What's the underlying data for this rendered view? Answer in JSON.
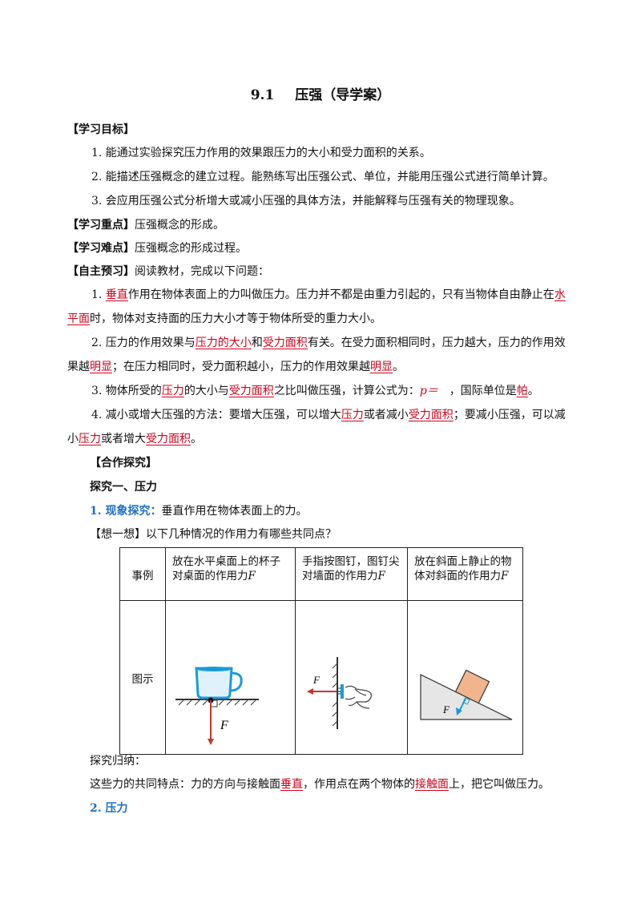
{
  "title": {
    "number": "9.1",
    "text": "压强（导学案）"
  },
  "goals": {
    "heading": "【学习目标】",
    "items": [
      "1. 能通过实验探究压力作用的效果跟压力的大小和受力面积的关系。",
      "2. 能描述压强概念的建立过程。能熟练写出压强公式、单位，并能用压强公式进行简单计算。",
      "3. 会应用压强公式分析增大或减小压强的具体方法，并能解释与压强有关的物理现象。"
    ]
  },
  "key": {
    "heading": "【学习重点】",
    "text": "压强概念的形成。"
  },
  "difficulty": {
    "heading": "【学习难点】",
    "text": "压强概念的形成过程。"
  },
  "preview": {
    "heading": "【自主预习】",
    "intro": "阅读教材，完成以下问题：",
    "q1": {
      "a": "1. ",
      "b1": "垂直",
      "c": "作用在物体表面上的力叫做压力。压力并不都是由重力引起的，只有当物体自由静止在",
      "b2a": "水",
      "b2b": "平面",
      "d": "时，物体对支持面的压力大小才等于物体所受的重力大小。"
    },
    "q2": {
      "a": "2. 压力的作用效果与",
      "b1": "压力的大小",
      "c": "和",
      "b2": "受力面积",
      "d": "有关。在受力面积相同时，压力越大，压力的作用效",
      "e": "果越",
      "b3": "明显",
      "f": "；在压力相同时，受力面积越小，压力的作用效果越",
      "b4": "明显",
      "g": "。"
    },
    "q3": {
      "a": "3. 物体所受的",
      "b1": "压力",
      "c": "的大小与",
      "b2": "受力面积",
      "d": "之比叫做压强，计算公式为：",
      "p": "p＝",
      "e": "，国际单位是",
      "b3": "帕",
      "f": "。"
    },
    "q4": {
      "a": "4. 减小或增大压强的方法：要增大压强，可以增大",
      "b1": "压力",
      "c": "或者减小",
      "b2": "受力面积",
      "d": "；要减小压强，可以减",
      "e": "小",
      "b3": "压力",
      "f": "或者增大",
      "b4": "受力面积",
      "g": "。"
    }
  },
  "coop": {
    "heading": "【合作探究】",
    "sub1": "探究一、压力",
    "item1_label": "1. 现象探究：",
    "item1_text": "垂直作用在物体表面上的力。",
    "think_label": "【想一想】",
    "think_text": "以下几种情况的作用力有哪些共同点？"
  },
  "table": {
    "row1_label": "事例",
    "case1": "放在水平桌面上的杯子对桌面的作用力",
    "case2": "手指按图钉，图钉尖对墙面的作用力",
    "case3": "放在斜面上静止的物体对斜面的作用力",
    "force_symbol": "F",
    "row2_label": "图示"
  },
  "summary": {
    "label": "探究归纳：",
    "a": "这些力的共同特点：力的方向与接触面",
    "b1": "垂直",
    "c": "，作用点在两个物体的",
    "b2": "接触面",
    "d": "上，把它叫做压力。"
  },
  "item2": "2. 压力",
  "colors": {
    "answer": "#d0021b",
    "heading_blue": "#1f6fc5",
    "cup": "#1b9bd8",
    "block": "#f0b58c"
  }
}
